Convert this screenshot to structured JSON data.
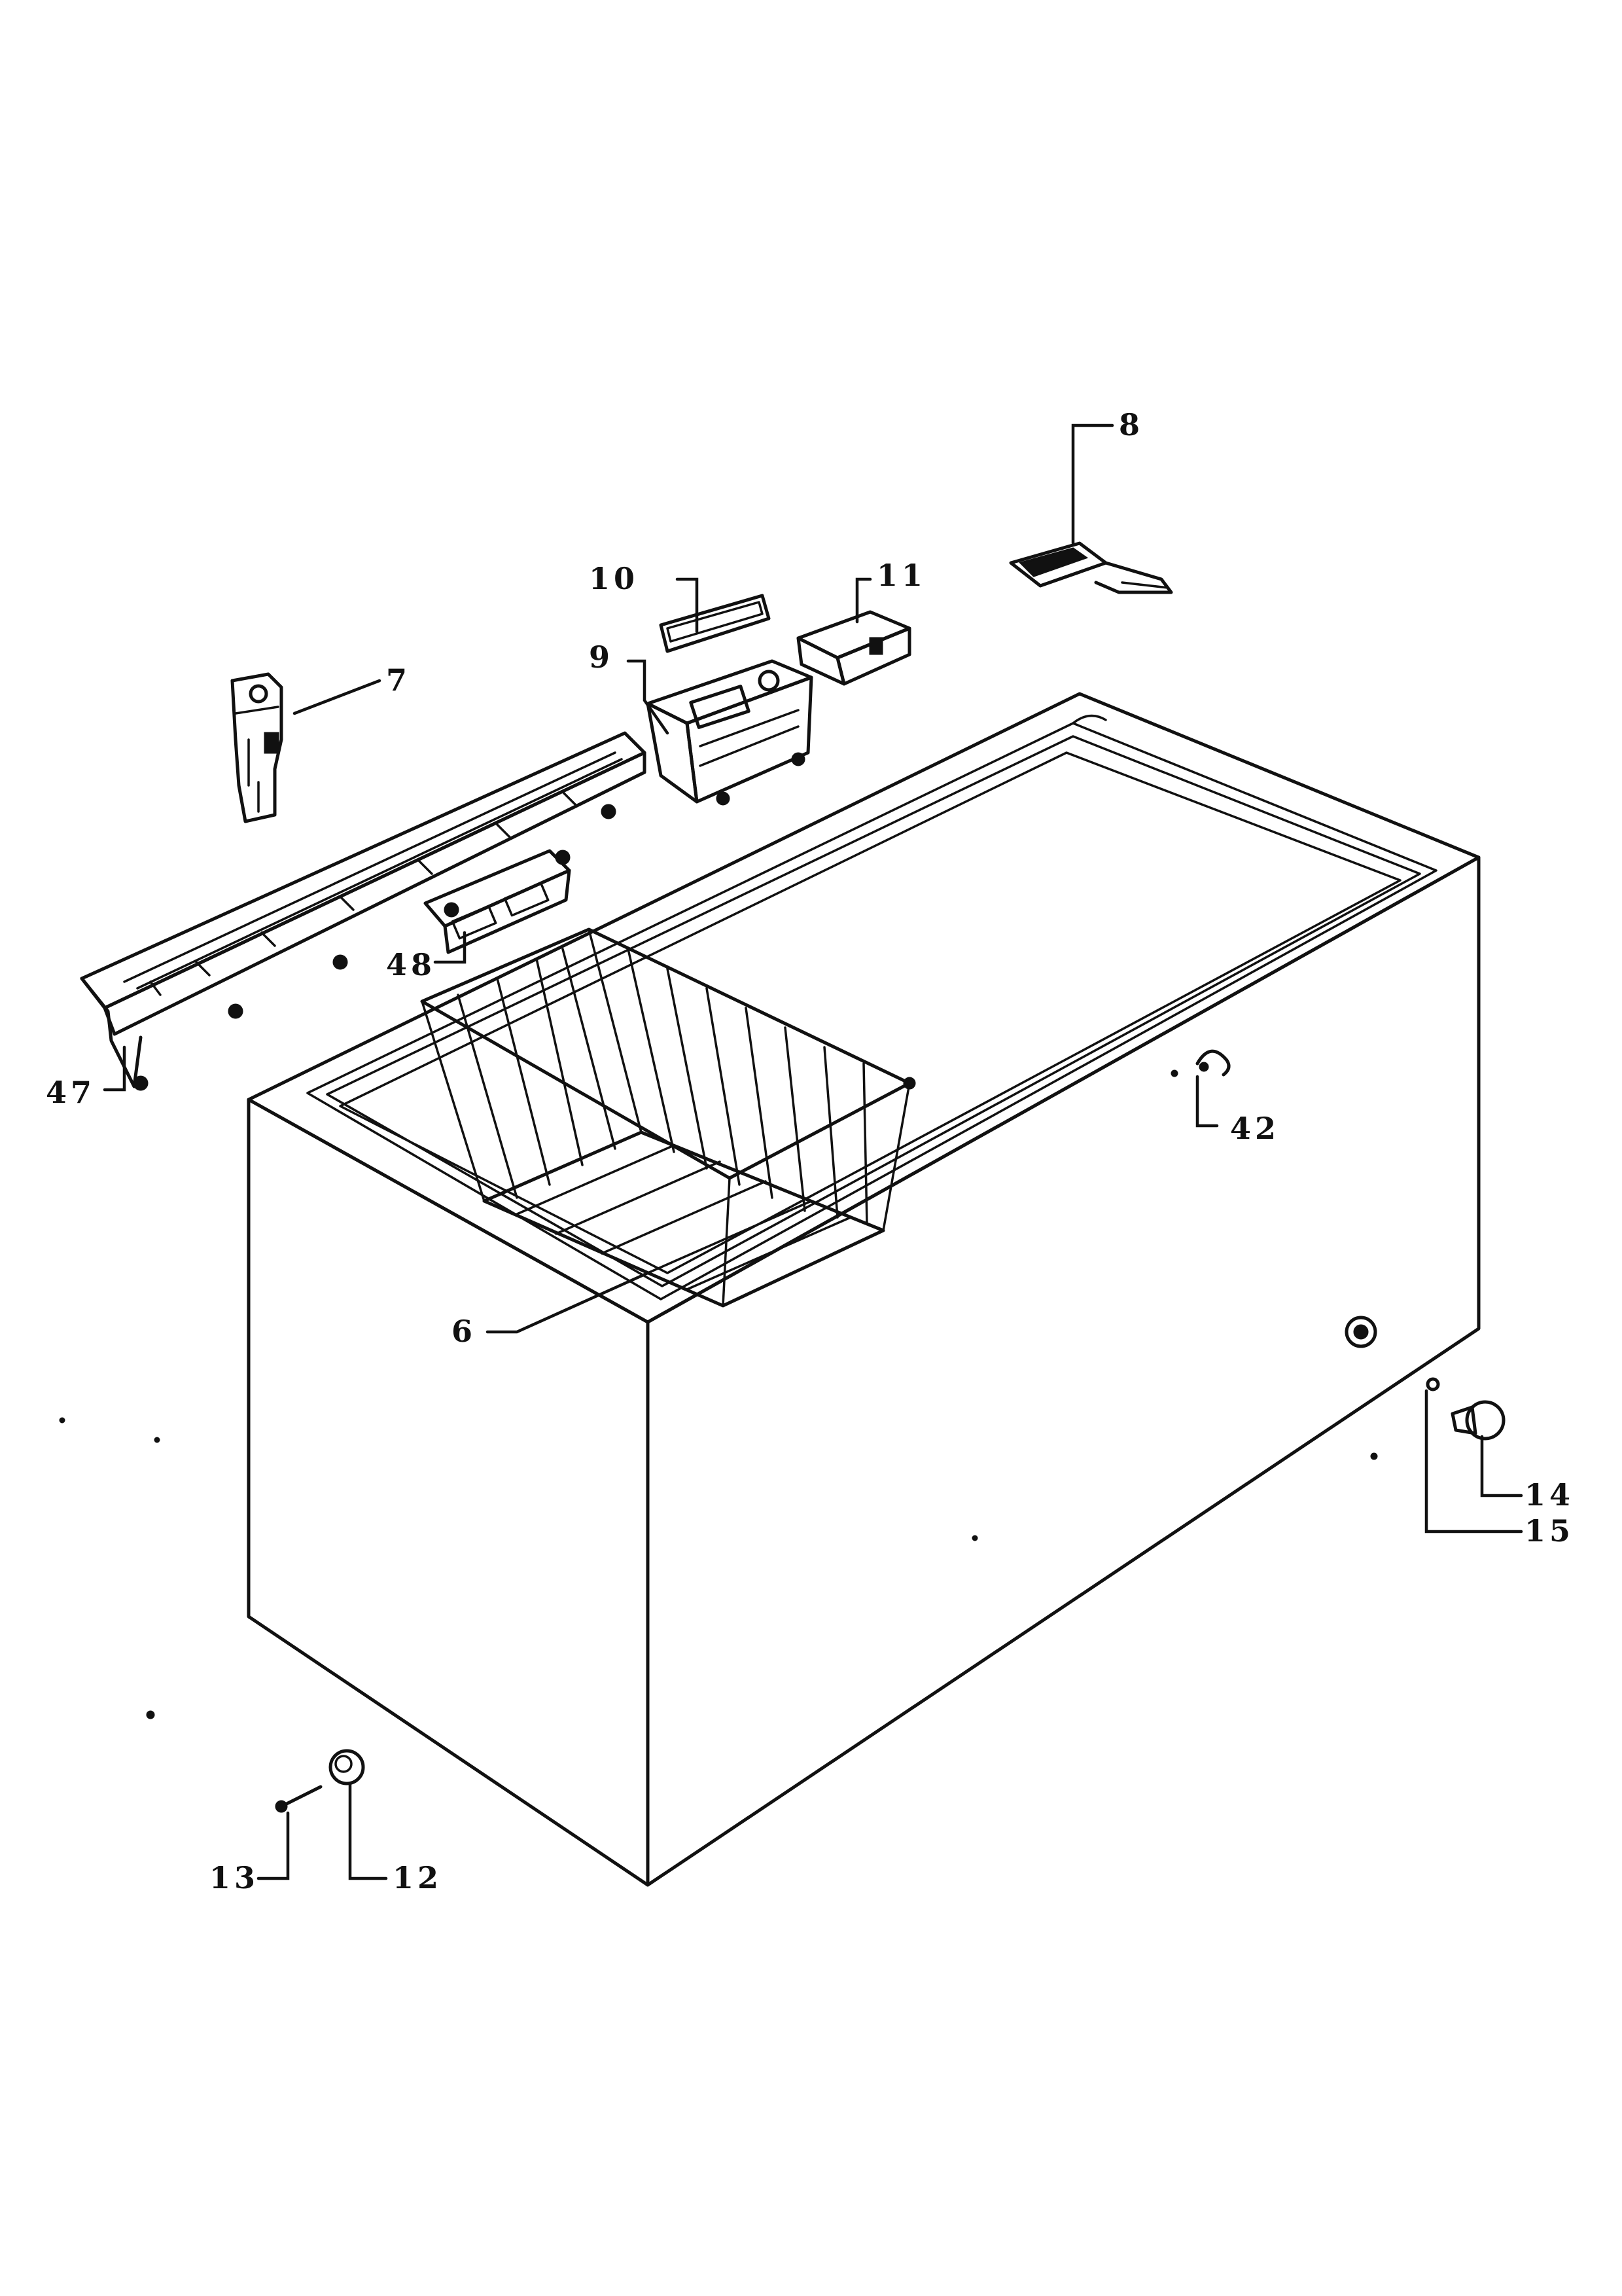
{
  "diagram": {
    "labels": [
      {
        "id": "label-8",
        "text": "8"
      },
      {
        "id": "label-10",
        "text": "10"
      },
      {
        "id": "label-11",
        "text": "11"
      },
      {
        "id": "label-9",
        "text": "9"
      },
      {
        "id": "label-7",
        "text": "7"
      },
      {
        "id": "label-48",
        "text": "48"
      },
      {
        "id": "label-47",
        "text": "47"
      },
      {
        "id": "label-42",
        "text": "42"
      },
      {
        "id": "label-6",
        "text": "6"
      },
      {
        "id": "label-14",
        "text": "14"
      },
      {
        "id": "label-15",
        "text": "15"
      },
      {
        "id": "label-13",
        "text": "13"
      },
      {
        "id": "label-12",
        "text": "12"
      }
    ]
  },
  "colors": {
    "ink": "#111111",
    "paper": "#ffffff"
  }
}
